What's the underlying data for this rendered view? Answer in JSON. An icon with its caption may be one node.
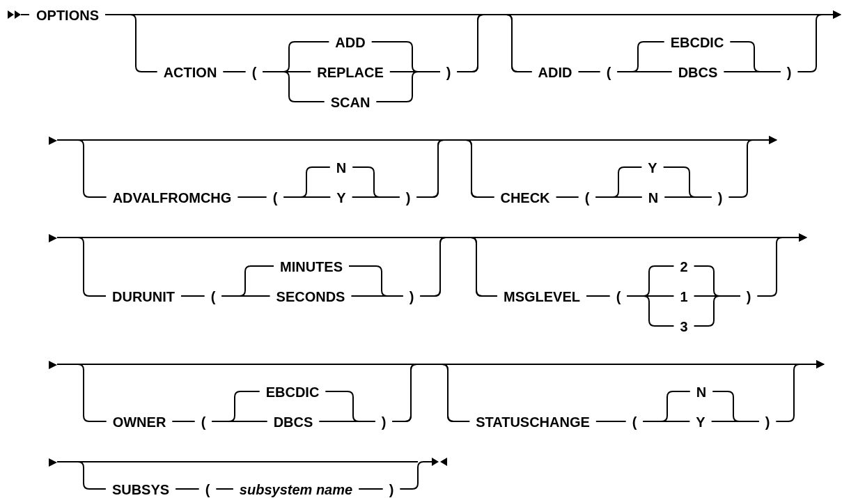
{
  "diagram": {
    "nodes": [
      {
        "text": [
          "OPTIONS"
        ]
      },
      {
        "text": [
          "ACTION"
        ]
      },
      {
        "text": [
          "("
        ]
      },
      {
        "text": [
          "ADD"
        ]
      },
      {
        "text": [
          "REPLACE"
        ]
      },
      {
        "text": [
          "SCAN"
        ]
      },
      {
        "text": [
          ")"
        ]
      },
      {
        "text": [
          "ADID"
        ]
      },
      {
        "text": [
          "("
        ]
      },
      {
        "text": [
          "EBCDIC"
        ]
      },
      {
        "text": [
          "DBCS"
        ]
      },
      {
        "text": [
          ")"
        ]
      },
      {
        "text": [
          "ADVALFROMCHG"
        ]
      },
      {
        "text": [
          "("
        ]
      },
      {
        "text": [
          "N"
        ]
      },
      {
        "text": [
          "Y"
        ]
      },
      {
        "text": [
          ")"
        ]
      },
      {
        "text": [
          "CHECK"
        ]
      },
      {
        "text": [
          "("
        ]
      },
      {
        "text": [
          "Y"
        ]
      },
      {
        "text": [
          "N"
        ]
      },
      {
        "text": [
          ")"
        ]
      },
      {
        "text": [
          "DURUNIT"
        ]
      },
      {
        "text": [
          "("
        ]
      },
      {
        "text": [
          "MINUTES"
        ]
      },
      {
        "text": [
          "SECONDS"
        ]
      },
      {
        "text": [
          ")"
        ]
      },
      {
        "text": [
          "MSGLEVEL"
        ]
      },
      {
        "text": [
          "("
        ]
      },
      {
        "text": [
          "2"
        ]
      },
      {
        "text": [
          "1"
        ]
      },
      {
        "text": [
          "3"
        ]
      },
      {
        "text": [
          ")"
        ]
      },
      {
        "text": [
          "OWNER"
        ]
      },
      {
        "text": [
          "("
        ]
      },
      {
        "text": [
          "EBCDIC"
        ]
      },
      {
        "text": [
          "DBCS"
        ]
      },
      {
        "text": [
          ")"
        ]
      },
      {
        "text": [
          "STATUSCHANGE"
        ]
      },
      {
        "text": [
          "("
        ]
      },
      {
        "text": [
          "N"
        ]
      },
      {
        "text": [
          "Y"
        ]
      },
      {
        "text": [
          ")"
        ]
      },
      {
        "text": [
          "SUBSYS"
        ]
      },
      {
        "text": [
          "("
        ]
      },
      {
        "text": [
          "subsystem name"
        ]
      },
      {
        "text": [
          ")"
        ]
      },
      {
        "text": [],
        "shape": "triangle"
      },
      {
        "text": [],
        "shape": "triangle"
      },
      {
        "text": [],
        "shape": "triangle"
      },
      {
        "text": [],
        "shape": "triangle"
      }
    ],
    "edges": [
      {
        "from": 0,
        "to": 1,
        "arrow": "none"
      },
      {
        "from": 0,
        "to": 7,
        "arrow": "none"
      },
      {
        "from": 6,
        "to": 7,
        "arrow": "none"
      },
      {
        "from": 6,
        "to": null,
        "arrow": "to"
      },
      {
        "from": 11,
        "to": null,
        "arrow": "to"
      },
      {
        "from": 1,
        "to": 2,
        "arrow": "none"
      },
      {
        "from": 2,
        "to": 3,
        "arrow": "none"
      },
      {
        "from": 2,
        "to": 4,
        "arrow": "none"
      },
      {
        "from": 2,
        "to": 5,
        "arrow": "none"
      },
      {
        "from": 3,
        "to": 6,
        "arrow": "none"
      },
      {
        "from": 4,
        "to": 6,
        "arrow": "none"
      },
      {
        "from": 5,
        "to": 6,
        "arrow": "none"
      },
      {
        "from": 7,
        "to": 8,
        "arrow": "none"
      },
      {
        "from": 8,
        "to": 9,
        "arrow": "none"
      },
      {
        "from": 8,
        "to": 10,
        "arrow": "none"
      },
      {
        "from": 9,
        "to": 11,
        "arrow": "none"
      },
      {
        "from": 10,
        "to": 11,
        "arrow": "none"
      },
      {
        "from": 47,
        "to": 12,
        "arrow": "none"
      },
      {
        "from": 47,
        "to": 17,
        "arrow": "none"
      },
      {
        "from": 16,
        "to": 17,
        "arrow": "none"
      },
      {
        "from": 16,
        "to": null,
        "arrow": "to"
      },
      {
        "from": 21,
        "to": null,
        "arrow": "to"
      },
      {
        "from": 12,
        "to": 13,
        "arrow": "none"
      },
      {
        "from": 13,
        "to": 14,
        "arrow": "none"
      },
      {
        "from": 13,
        "to": 15,
        "arrow": "none"
      },
      {
        "from": 14,
        "to": 16,
        "arrow": "none"
      },
      {
        "from": 15,
        "to": 16,
        "arrow": "none"
      },
      {
        "from": 17,
        "to": 18,
        "arrow": "none"
      },
      {
        "from": 18,
        "to": 19,
        "arrow": "none"
      },
      {
        "from": 18,
        "to": 20,
        "arrow": "none"
      },
      {
        "from": 19,
        "to": 21,
        "arrow": "none"
      },
      {
        "from": 20,
        "to": 21,
        "arrow": "none"
      },
      {
        "from": 48,
        "to": 22,
        "arrow": "none"
      },
      {
        "from": 48,
        "to": 27,
        "arrow": "none"
      },
      {
        "from": 26,
        "to": 27,
        "arrow": "none"
      },
      {
        "from": 26,
        "to": null,
        "arrow": "to"
      },
      {
        "from": 32,
        "to": null,
        "arrow": "to"
      },
      {
        "from": 22,
        "to": 23,
        "arrow": "none"
      },
      {
        "from": 23,
        "to": 24,
        "arrow": "none"
      },
      {
        "from": 23,
        "to": 25,
        "arrow": "none"
      },
      {
        "from": 24,
        "to": 26,
        "arrow": "none"
      },
      {
        "from": 25,
        "to": 26,
        "arrow": "none"
      },
      {
        "from": 27,
        "to": 28,
        "arrow": "none"
      },
      {
        "from": 28,
        "to": 29,
        "arrow": "none"
      },
      {
        "from": 28,
        "to": 30,
        "arrow": "none"
      },
      {
        "from": 28,
        "to": 31,
        "arrow": "none"
      },
      {
        "from": 29,
        "to": 32,
        "arrow": "none"
      },
      {
        "from": 30,
        "to": 32,
        "arrow": "none"
      },
      {
        "from": 31,
        "to": 32,
        "arrow": "none"
      },
      {
        "from": 49,
        "to": 33,
        "arrow": "none"
      },
      {
        "from": 49,
        "to": 38,
        "arrow": "none"
      },
      {
        "from": 37,
        "to": 38,
        "arrow": "none"
      },
      {
        "from": 37,
        "to": null,
        "arrow": "to"
      },
      {
        "from": 42,
        "to": null,
        "arrow": "to"
      },
      {
        "from": 33,
        "to": 34,
        "arrow": "none"
      },
      {
        "from": 34,
        "to": 35,
        "arrow": "none"
      },
      {
        "from": 34,
        "to": 36,
        "arrow": "none"
      },
      {
        "from": 35,
        "to": 37,
        "arrow": "none"
      },
      {
        "from": 36,
        "to": 37,
        "arrow": "none"
      },
      {
        "from": 38,
        "to": 39,
        "arrow": "none"
      },
      {
        "from": 39,
        "to": 40,
        "arrow": "none"
      },
      {
        "from": 39,
        "to": 41,
        "arrow": "none"
      },
      {
        "from": 40,
        "to": 42,
        "arrow": "none"
      },
      {
        "from": 41,
        "to": 42,
        "arrow": "none"
      },
      {
        "from": 50,
        "to": 43,
        "arrow": "none"
      },
      {
        "from": 46,
        "to": null,
        "arrow": "to"
      },
      {
        "from": 43,
        "to": 44,
        "arrow": "none"
      },
      {
        "from": 44,
        "to": 45,
        "arrow": "none"
      },
      {
        "from": 45,
        "to": 46,
        "arrow": "none"
      }
    ]
  }
}
